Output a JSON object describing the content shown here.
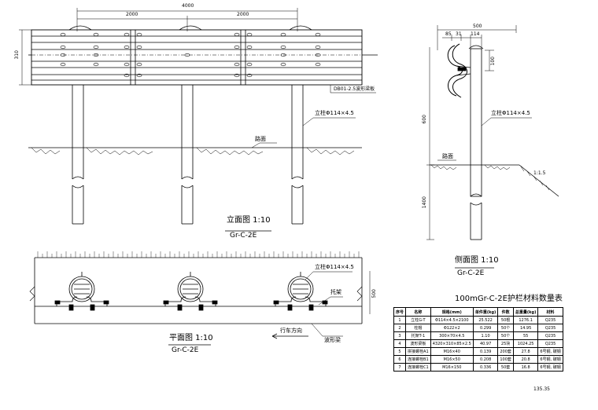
{
  "front_view": {
    "dim_total": "4000",
    "dim_left": "2000",
    "dim_right": "2000",
    "dim_height": "310",
    "beam_label": "DB01-2.5波形梁板",
    "post_label": "立柱Φ114×4.5",
    "road_label": "路面",
    "title": "立面图 1:10",
    "subtitle": "Gr-C-2E"
  },
  "side_view": {
    "dim_width": "500",
    "dim_a": "85",
    "dim_b": "31",
    "dim_c": "114",
    "dim_100": "100",
    "dim_600": "600",
    "dim_1400": "1400",
    "slope": "1:1.5",
    "post_label": "立柱Φ114×4.5",
    "road_label": "路面",
    "title": "侧面图 1:10",
    "subtitle": "Gr-C-2E"
  },
  "plan_view": {
    "post_label": "立柱Φ114×4.5",
    "bracket_label": "托架",
    "dim_500": "500",
    "direction_label": "行车方向",
    "beam_label": "波形梁",
    "title": "平面图 1:10",
    "subtitle": "Gr-C-2E"
  },
  "materials": {
    "title": "100mGr-C-2E护栏材料数量表",
    "headers": [
      "序号",
      "名称",
      "规格(mm)",
      "单件重(kg)",
      "件数",
      "总重量(kg)",
      "材料"
    ],
    "rows": [
      [
        "1",
        "立柱G-T",
        "Φ114×4.5×2100",
        "25.522",
        "50根",
        "1276.1",
        "Q235"
      ],
      [
        "2",
        "柱帽",
        "Φ122×2",
        "0.299",
        "50个",
        "14.95",
        "Q235"
      ],
      [
        "3",
        "托架T-1",
        "300×70×4.5",
        "1.10",
        "50个",
        "55",
        "Q235"
      ],
      [
        "4",
        "波形梁板",
        "4320×310×85×2.5",
        "40.97",
        "25块",
        "1024.25",
        "Q235"
      ],
      [
        "5",
        "拼接螺栓A1",
        "M16×40",
        "0.139",
        "200套",
        "27.8",
        "6号钢, 碳钢"
      ],
      [
        "6",
        "连接螺栓B1",
        "M16×50",
        "0.208",
        "100套",
        "20.8",
        "6号钢, 碳钢"
      ],
      [
        "7",
        "连接螺栓C1",
        "M16×150",
        "0.336",
        "50套",
        "16.8",
        "6号钢, 碳钢"
      ]
    ],
    "total": "135.35"
  }
}
